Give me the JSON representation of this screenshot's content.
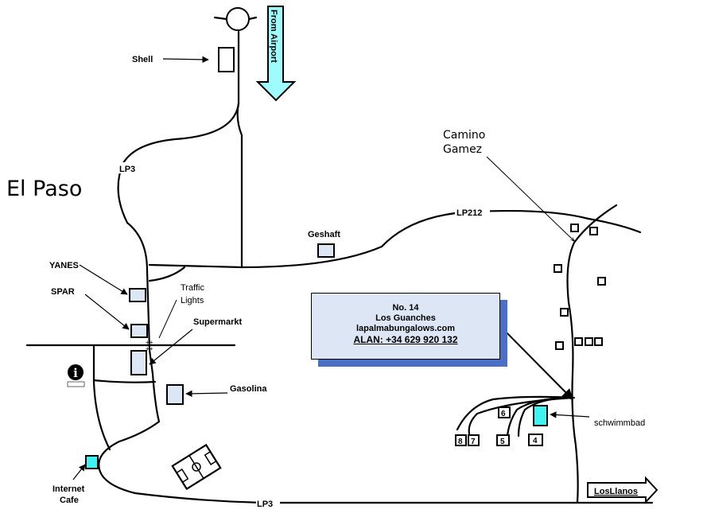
{
  "town": "El Paso",
  "roads": {
    "lp3_north": "LP3",
    "lp3_south": "LP3",
    "lp212": "LP212"
  },
  "arrow_airport": "From Airport",
  "arrow_llanos": "LosLlanos",
  "labels": {
    "shell": "Shell",
    "camino_gamez_1": "Camino",
    "camino_gamez_2": "Gamez",
    "geshaft": "Geshaft",
    "yanes": "YANES",
    "spar": "SPAR",
    "traffic_1": "Traffic",
    "traffic_2": "Lights",
    "supermarkt": "Supermarkt",
    "gasolina": "Gasolina",
    "internet_1": "Internet",
    "internet_2": "Cafe",
    "schwimmbad": "schwimmbad",
    "info_symbol": "i"
  },
  "info": {
    "line1": "No. 14",
    "line2": "Los Guanches",
    "line3": "lapalmabungalows.com",
    "line4": "ALAN: +34 629 920 132"
  },
  "bungalows": {
    "b8": "8",
    "b7": "7",
    "b6": "6",
    "b5": "5",
    "b4": "4"
  },
  "colors": {
    "building_fill": "#dde6f5",
    "highlight": "#40f3f3",
    "box_shadow": "#4a6fc4"
  },
  "icons": [
    "roundabout-icon",
    "info-point-icon",
    "football-pitch-icon",
    "direction-arrow-icon"
  ]
}
